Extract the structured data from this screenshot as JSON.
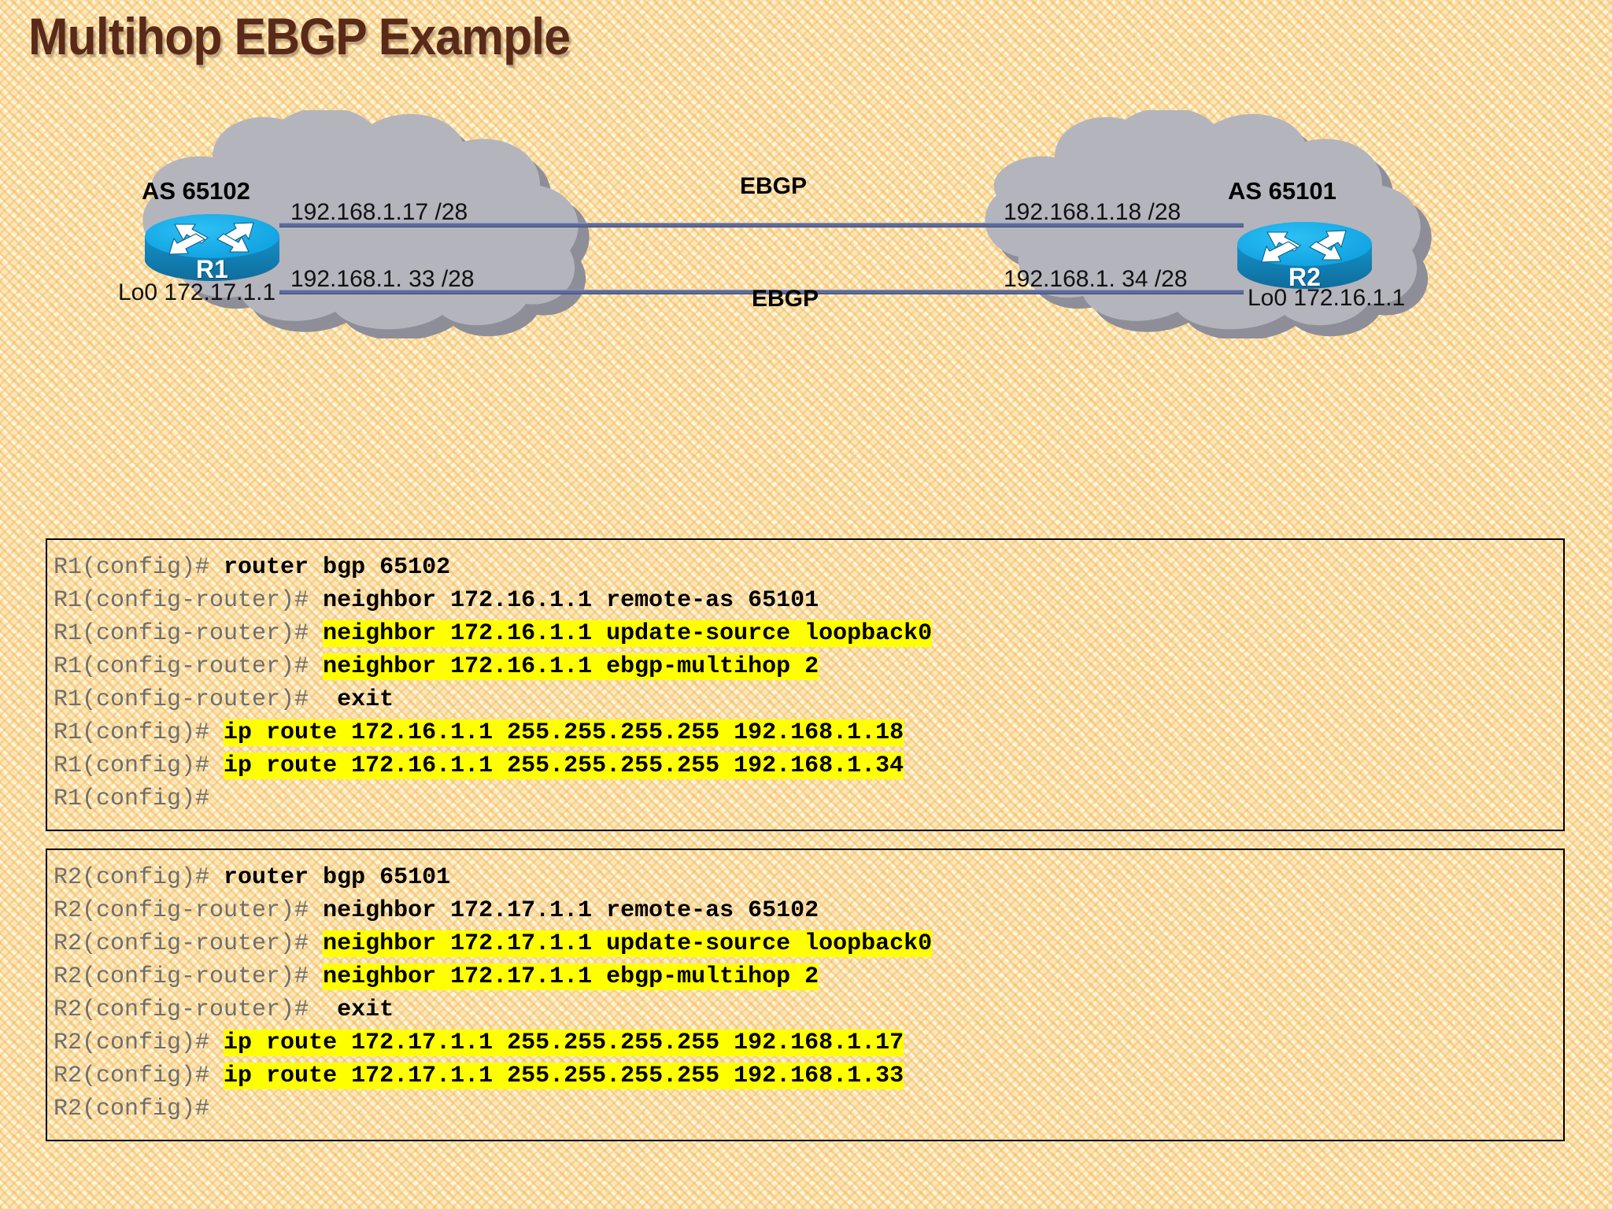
{
  "title": "Multihop EBGP Example",
  "diagram": {
    "left_cloud": {
      "as_label": "AS 65102",
      "router_name": "R1",
      "loopback_label": "Lo0 172.17.1.1",
      "link_top_label": "192.168.1.17 /28",
      "link_bottom_label": "192.168.1. 33 /28"
    },
    "right_cloud": {
      "as_label": "AS 65101",
      "router_name": "R2",
      "loopback_label": "Lo0 172.16.1.1",
      "link_top_label": "192.168.1.18 /28",
      "link_bottom_label": "192.168.1. 34 /28"
    },
    "link_top_label": "EBGP",
    "link_bottom_label": "EBGP",
    "colors": {
      "cloud_fill": "#b4b4bc",
      "cloud_shadow": "#8e8e99",
      "router_top": "#16a6e8",
      "router_body": "#1178a8",
      "link_line": "#5d6a9c",
      "title": "#5a2a18",
      "highlight": "#ffff00"
    }
  },
  "config_box_1": {
    "lines": [
      {
        "prompt": "R1(config)# ",
        "cmd": "router bgp 65102",
        "highlight": false
      },
      {
        "prompt": "R1(config-router)# ",
        "cmd": "neighbor 172.16.1.1 remote-as 65101",
        "highlight": false
      },
      {
        "prompt": "R1(config-router)# ",
        "cmd": "neighbor 172.16.1.1 update-source loopback0",
        "highlight": true
      },
      {
        "prompt": "R1(config-router)# ",
        "cmd": "neighbor 172.16.1.1 ebgp-multihop 2",
        "highlight": true
      },
      {
        "prompt": "R1(config-router)# ",
        "cmd": " exit",
        "highlight": false
      },
      {
        "prompt": "R1(config)# ",
        "cmd": "ip route 172.16.1.1 255.255.255.255 192.168.1.18",
        "highlight": true
      },
      {
        "prompt": "R1(config)# ",
        "cmd": "ip route 172.16.1.1 255.255.255.255 192.168.1.34",
        "highlight": true
      },
      {
        "prompt": "R1(config)#",
        "cmd": "",
        "highlight": false
      }
    ]
  },
  "config_box_2": {
    "lines": [
      {
        "prompt": "R2(config)# ",
        "cmd": "router bgp 65101",
        "highlight": false
      },
      {
        "prompt": "R2(config-router)# ",
        "cmd": "neighbor 172.17.1.1 remote-as 65102",
        "highlight": false
      },
      {
        "prompt": "R2(config-router)# ",
        "cmd": "neighbor 172.17.1.1 update-source loopback0",
        "highlight": true
      },
      {
        "prompt": "R2(config-router)# ",
        "cmd": "neighbor 172.17.1.1 ebgp-multihop 2",
        "highlight": true
      },
      {
        "prompt": "R2(config-router)# ",
        "cmd": " exit",
        "highlight": false
      },
      {
        "prompt": "R2(config)# ",
        "cmd": "ip route 172.17.1.1 255.255.255.255 192.168.1.17",
        "highlight": true
      },
      {
        "prompt": "R2(config)# ",
        "cmd": "ip route 172.17.1.1 255.255.255.255 192.168.1.33",
        "highlight": true
      },
      {
        "prompt": "R2(config)#",
        "cmd": "",
        "highlight": false
      }
    ]
  }
}
